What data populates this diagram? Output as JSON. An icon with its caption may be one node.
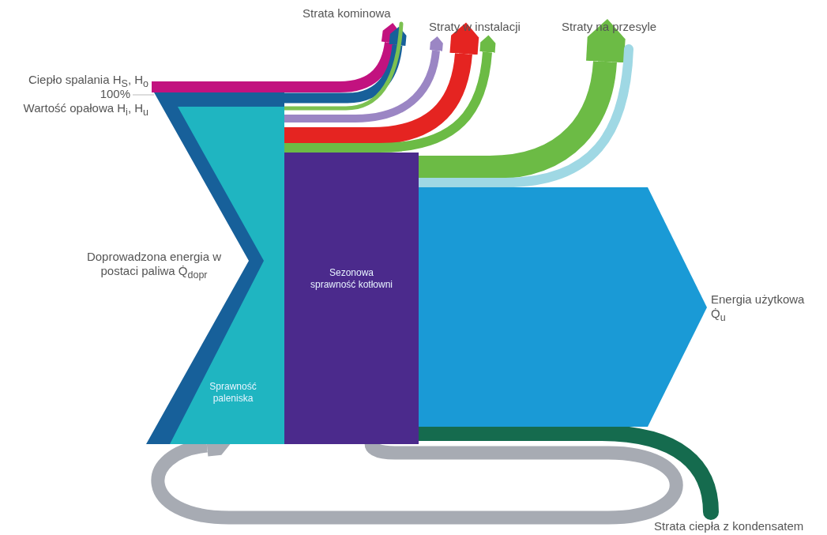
{
  "diagram": {
    "nodes": [
      {
        "text": [
          "Sprawność paleniska"
        ],
        "beside": [
          "Doprowadzona energia w postaci paliwa Q̇$_{dopr}$"
        ]
      },
      {
        "text": [
          "Sezonowa sprawność kotłowni"
        ]
      },
      {
        "text": [],
        "shape": "arrow",
        "beside": [
          "Energia użytkowa Q̇$_{u}$"
        ]
      },
      {
        "text": [
          "Strata kominowa"
        ]
      },
      {
        "text": [
          "Straty w instalacji"
        ]
      },
      {
        "text": [
          "Straty na przesyle"
        ]
      },
      {
        "text": [
          "Strata ciepła z kondensatem"
        ]
      }
    ],
    "edges": [
      {
        "from": 0,
        "to": 3,
        "arrow": "to",
        "color": "#c2127f"
      },
      {
        "from": 0,
        "to": 3,
        "arrow": "to",
        "color": "#17609a"
      },
      {
        "from": 0,
        "to": 3,
        "arrow": "none",
        "color": "#7cc151"
      },
      {
        "from": 0,
        "to": 4,
        "arrow": "to",
        "color": "#9b86c4"
      },
      {
        "from": 0,
        "to": 4,
        "arrow": "to",
        "color": "#e52421"
      },
      {
        "from": 0,
        "to": 4,
        "arrow": "to",
        "color": "#6cbb45"
      },
      {
        "from": 1,
        "to": 5,
        "arrow": "to",
        "style": "thick",
        "color": "#6cbb45"
      },
      {
        "from": 1,
        "to": 5,
        "arrow": "none",
        "color": "#9fd8e4"
      },
      {
        "from": 1,
        "to": 6,
        "arrow": "none",
        "color": "#156b4e"
      },
      {
        "from": 1,
        "to": 0,
        "arrow": "to",
        "color": "#a7abb3"
      }
    ],
    "labels": [
      "Ciepło spalania H$_{S}$, H$_{o}$",
      "100%",
      "Wartość opałowa H$_{i}$, H$_{u}$"
    ]
  }
}
